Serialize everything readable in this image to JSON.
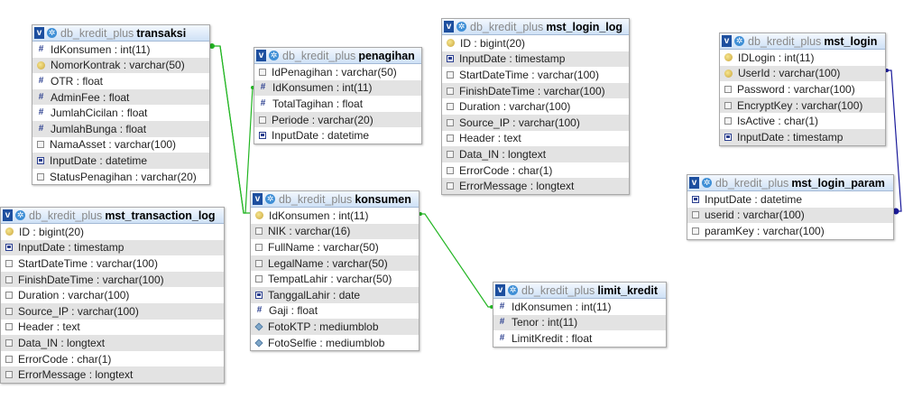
{
  "tables": [
    {
      "id": "transaksi",
      "db": "db_kredit_plus",
      "name": "transaksi",
      "columns": [
        {
          "text": "IdKonsumen : int(11)",
          "icon": "int"
        },
        {
          "text": "NomorKontrak : varchar(50)",
          "icon": "key"
        },
        {
          "text": "OTR : float",
          "icon": "int"
        },
        {
          "text": "AdminFee : float",
          "icon": "int"
        },
        {
          "text": "JumlahCicilan : float",
          "icon": "int"
        },
        {
          "text": "JumlahBunga : float",
          "icon": "int"
        },
        {
          "text": "NamaAsset : varchar(100)",
          "icon": "text"
        },
        {
          "text": "InputDate : datetime",
          "icon": "date"
        },
        {
          "text": "StatusPenagihan : varchar(20)",
          "icon": "text"
        }
      ]
    },
    {
      "id": "penagihan",
      "db": "db_kredit_plus",
      "name": "penagihan",
      "columns": [
        {
          "text": "IdPenagihan : varchar(50)",
          "icon": "text"
        },
        {
          "text": "IdKonsumen : int(11)",
          "icon": "int"
        },
        {
          "text": "TotalTagihan : float",
          "icon": "int"
        },
        {
          "text": "Periode : varchar(20)",
          "icon": "text"
        },
        {
          "text": "InputDate : datetime",
          "icon": "date"
        }
      ]
    },
    {
      "id": "mst_login_log",
      "db": "db_kredit_plus",
      "name": "mst_login_log",
      "columns": [
        {
          "text": "ID : bigint(20)",
          "icon": "key"
        },
        {
          "text": "InputDate : timestamp",
          "icon": "date"
        },
        {
          "text": "StartDateTime : varchar(100)",
          "icon": "text"
        },
        {
          "text": "FinishDateTime : varchar(100)",
          "icon": "text"
        },
        {
          "text": "Duration : varchar(100)",
          "icon": "text"
        },
        {
          "text": "Source_IP : varchar(100)",
          "icon": "text"
        },
        {
          "text": "Header : text",
          "icon": "text"
        },
        {
          "text": "Data_IN : longtext",
          "icon": "text"
        },
        {
          "text": "ErrorCode : char(1)",
          "icon": "text"
        },
        {
          "text": "ErrorMessage : longtext",
          "icon": "text"
        }
      ]
    },
    {
      "id": "mst_login",
      "db": "db_kredit_plus",
      "name": "mst_login",
      "columns": [
        {
          "text": "IDLogin : int(11)",
          "icon": "key"
        },
        {
          "text": "UserId : varchar(100)",
          "icon": "key"
        },
        {
          "text": "Password : varchar(100)",
          "icon": "text"
        },
        {
          "text": "EncryptKey : varchar(100)",
          "icon": "text"
        },
        {
          "text": "IsActive : char(1)",
          "icon": "text"
        },
        {
          "text": "InputDate : timestamp",
          "icon": "date"
        }
      ]
    },
    {
      "id": "mst_transaction_log",
      "db": "db_kredit_plus",
      "name": "mst_transaction_log",
      "columns": [
        {
          "text": "ID : bigint(20)",
          "icon": "key"
        },
        {
          "text": "InputDate : timestamp",
          "icon": "date"
        },
        {
          "text": "StartDateTime : varchar(100)",
          "icon": "text"
        },
        {
          "text": "FinishDateTime : varchar(100)",
          "icon": "text"
        },
        {
          "text": "Duration : varchar(100)",
          "icon": "text"
        },
        {
          "text": "Source_IP : varchar(100)",
          "icon": "text"
        },
        {
          "text": "Header : text",
          "icon": "text"
        },
        {
          "text": "Data_IN : longtext",
          "icon": "text"
        },
        {
          "text": "ErrorCode : char(1)",
          "icon": "text"
        },
        {
          "text": "ErrorMessage : longtext",
          "icon": "text"
        }
      ]
    },
    {
      "id": "konsumen",
      "db": "db_kredit_plus",
      "name": "konsumen",
      "columns": [
        {
          "text": "IdKonsumen : int(11)",
          "icon": "key"
        },
        {
          "text": "NIK : varchar(16)",
          "icon": "text"
        },
        {
          "text": "FullName : varchar(50)",
          "icon": "text"
        },
        {
          "text": "LegalName : varchar(50)",
          "icon": "text"
        },
        {
          "text": "TempatLahir : varchar(50)",
          "icon": "text"
        },
        {
          "text": "TanggalLahir : date",
          "icon": "date"
        },
        {
          "text": "Gaji : float",
          "icon": "int"
        },
        {
          "text": "FotoKTP : mediumblob",
          "icon": "blob"
        },
        {
          "text": "FotoSelfie : mediumblob",
          "icon": "blob"
        }
      ]
    },
    {
      "id": "mst_login_param",
      "db": "db_kredit_plus",
      "name": "mst_login_param",
      "columns": [
        {
          "text": "InputDate : datetime",
          "icon": "date"
        },
        {
          "text": "userid : varchar(100)",
          "icon": "text"
        },
        {
          "text": "paramKey : varchar(100)",
          "icon": "text"
        }
      ]
    },
    {
      "id": "limit_kredit",
      "db": "db_kredit_plus",
      "name": "limit_kredit",
      "columns": [
        {
          "text": "IdKonsumen : int(11)",
          "icon": "int"
        },
        {
          "text": "Tenor : int(11)",
          "icon": "int"
        },
        {
          "text": "LimitKredit : float",
          "icon": "int"
        }
      ]
    }
  ],
  "colors": {
    "relation_green": "#22b522",
    "relation_blue": "#1a1a9a",
    "header_bg": "#cfe1f6",
    "alt_row": "#e3e3e3"
  }
}
